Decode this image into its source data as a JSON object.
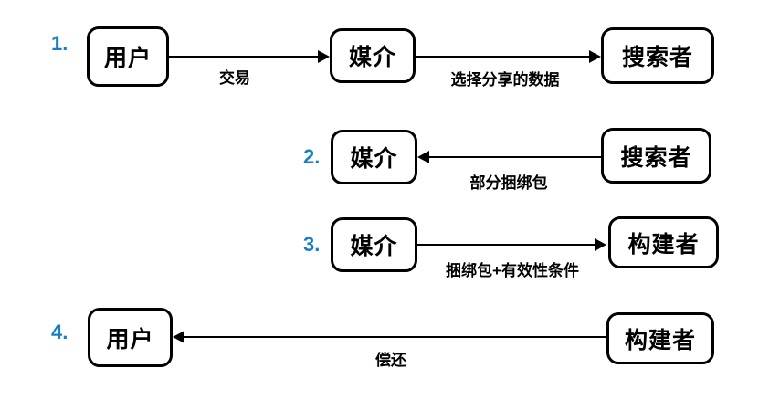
{
  "diagram": {
    "accent_color": "#187fc4",
    "rows": [
      {
        "number": "1.",
        "nodes": [
          {
            "id": "user",
            "label": "用户"
          },
          {
            "id": "medium",
            "label": "媒介"
          },
          {
            "id": "searcher",
            "label": "搜索者"
          }
        ],
        "edges": [
          {
            "label": "交易",
            "direction": "right",
            "from": "用户",
            "to": "媒介"
          },
          {
            "label": "选择分享的数据",
            "direction": "right",
            "from": "媒介",
            "to": "搜索者"
          }
        ]
      },
      {
        "number": "2.",
        "nodes": [
          {
            "id": "medium",
            "label": "媒介"
          },
          {
            "id": "searcher",
            "label": "搜索者"
          }
        ],
        "edges": [
          {
            "label": "部分捆绑包",
            "direction": "left",
            "from": "搜索者",
            "to": "媒介"
          }
        ]
      },
      {
        "number": "3.",
        "nodes": [
          {
            "id": "medium",
            "label": "媒介"
          },
          {
            "id": "builder",
            "label": "构建者"
          }
        ],
        "edges": [
          {
            "label": "捆绑包+有效性条件",
            "direction": "right",
            "from": "媒介",
            "to": "构建者"
          }
        ]
      },
      {
        "number": "4.",
        "nodes": [
          {
            "id": "user",
            "label": "用户"
          },
          {
            "id": "builder",
            "label": "构建者"
          }
        ],
        "edges": [
          {
            "label": "偿还",
            "direction": "left",
            "from": "构建者",
            "to": "用户"
          }
        ]
      }
    ]
  }
}
